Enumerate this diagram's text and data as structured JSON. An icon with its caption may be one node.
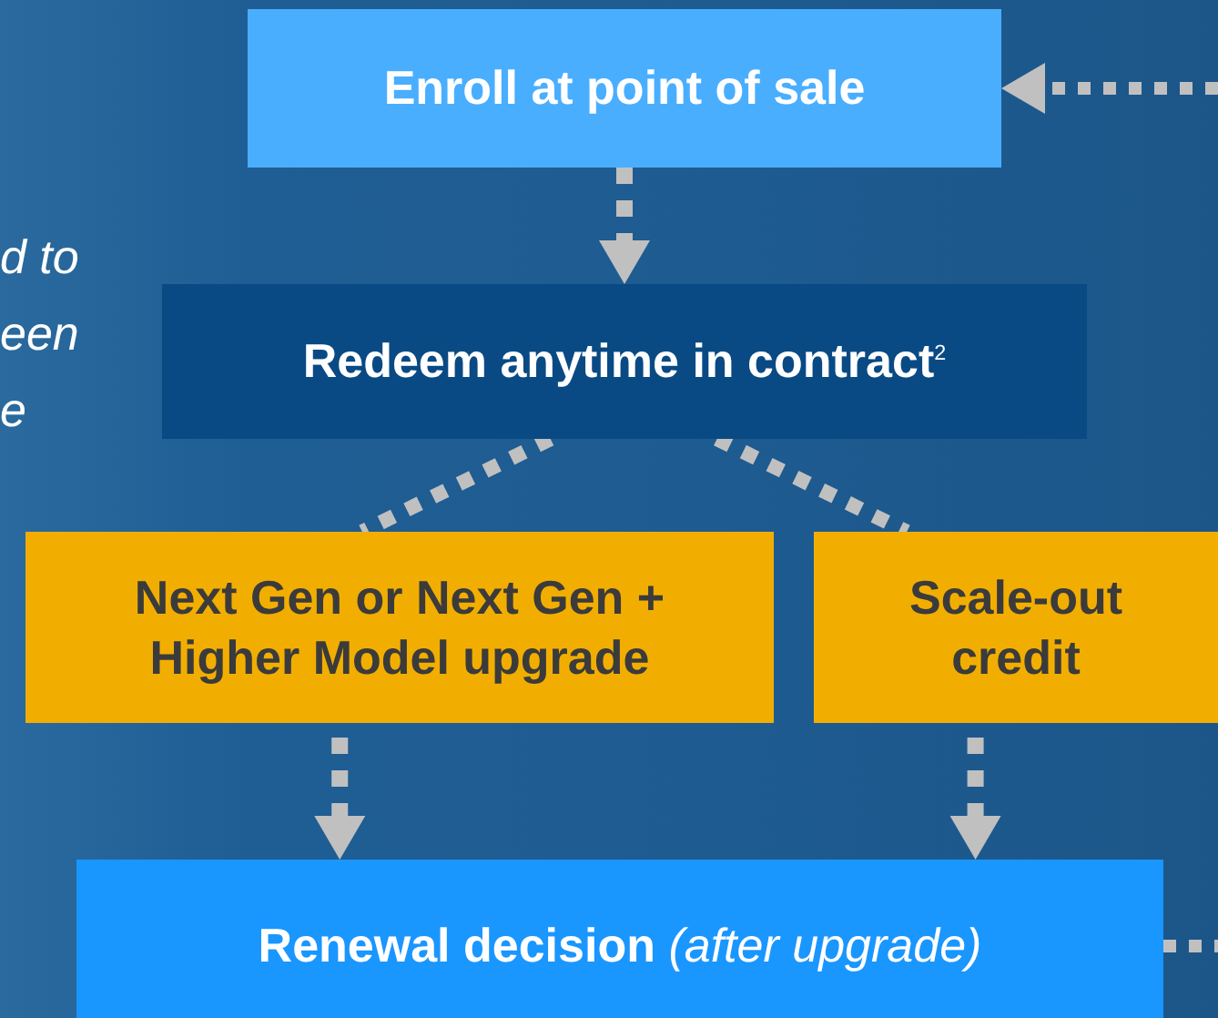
{
  "diagram": {
    "nodes": [
      {
        "text": [
          "Enroll at point of sale"
        ]
      },
      {
        "text": [
          "Redeem anytime in contract$^{2}$"
        ]
      },
      {
        "text": [
          "Next Gen or Next Gen + Higher Model upgrade"
        ]
      },
      {
        "text": [
          "Scale-out credit"
        ]
      },
      {
        "text": [
          "Renewal decision *(after upgrade)*"
        ]
      }
    ],
    "edges": [
      {
        "from": null,
        "to": 0,
        "arrow": "to",
        "style": "dashed"
      },
      {
        "from": 0,
        "to": 1,
        "arrow": "to",
        "style": "dashed"
      },
      {
        "from": 1,
        "to": 2,
        "arrow": "none",
        "style": "dashed"
      },
      {
        "from": 1,
        "to": 3,
        "arrow": "none",
        "style": "dashed"
      },
      {
        "from": 2,
        "to": 4,
        "arrow": "to",
        "style": "dashed"
      },
      {
        "from": 3,
        "to": 4,
        "arrow": "to",
        "style": "dashed"
      },
      {
        "from": 4,
        "to": null,
        "arrow": "none",
        "style": "dashed"
      }
    ],
    "labels": [
      "d to",
      "een",
      "e"
    ]
  }
}
